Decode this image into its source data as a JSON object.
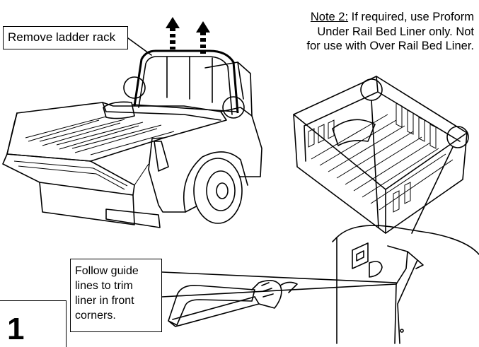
{
  "callouts": {
    "remove_rack": "Remove ladder rack",
    "follow_guide": [
      "Follow guide",
      "lines to trim",
      "liner in front",
      "corners."
    ]
  },
  "note": {
    "label": "Note 2:",
    "lines": [
      " If required, use Proform",
      "Under Rail Bed Liner only. Not",
      "for use with Over Rail Bed Liner."
    ]
  },
  "step": {
    "number": "1"
  },
  "icons": [
    "up-arrow-icon",
    "up-arrow-icon"
  ]
}
